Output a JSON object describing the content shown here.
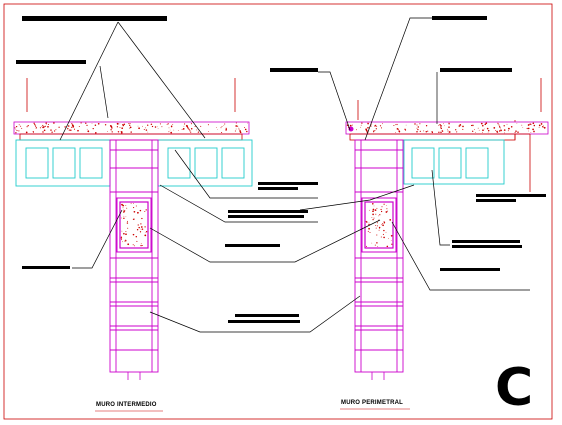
{
  "captions": {
    "left": "MURO INTERMEDIO",
    "right": "MURO PERIMETRAL"
  },
  "detail_letter": "C",
  "colors": {
    "frame": "#cc0000",
    "wall": "#cc00cc",
    "block": "#22cccc",
    "leader": "#000000",
    "slab_fill": "#ffffff",
    "speckle": "#cc0000"
  }
}
